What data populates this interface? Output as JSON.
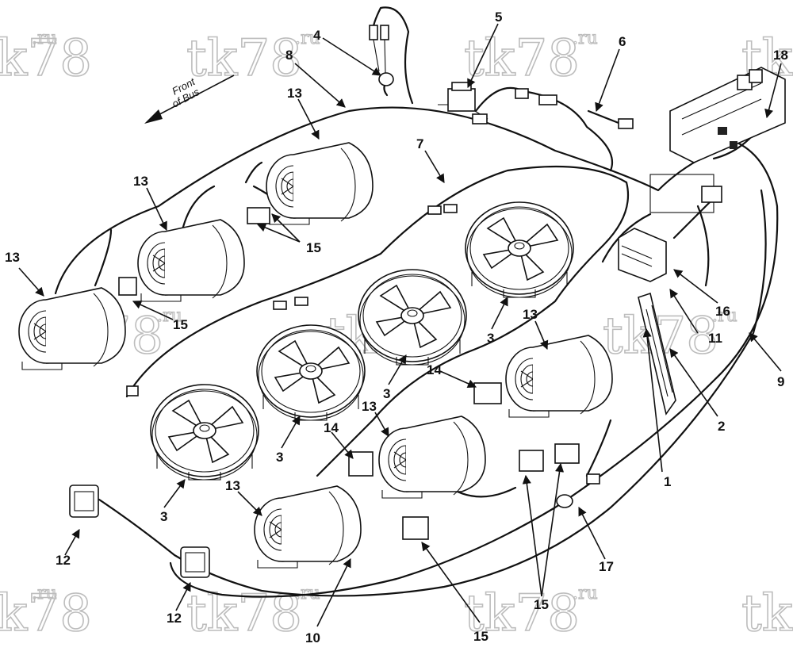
{
  "diagram": {
    "front_label_line1": "Front",
    "front_label_line2": "of Bus",
    "watermark_text": "tk78",
    "watermark_suffix": ".ru",
    "callouts": [
      {
        "id": "c1",
        "text": "1"
      },
      {
        "id": "c2",
        "text": "2"
      },
      {
        "id": "c3a",
        "text": "3"
      },
      {
        "id": "c3b",
        "text": "3"
      },
      {
        "id": "c3c",
        "text": "3"
      },
      {
        "id": "c3d",
        "text": "3"
      },
      {
        "id": "c4",
        "text": "4"
      },
      {
        "id": "c5",
        "text": "5"
      },
      {
        "id": "c6",
        "text": "6"
      },
      {
        "id": "c7",
        "text": "7"
      },
      {
        "id": "c8",
        "text": "8"
      },
      {
        "id": "c9",
        "text": "9"
      },
      {
        "id": "c10",
        "text": "10"
      },
      {
        "id": "c11",
        "text": "11"
      },
      {
        "id": "c12a",
        "text": "12"
      },
      {
        "id": "c12b",
        "text": "12"
      },
      {
        "id": "c13a",
        "text": "13"
      },
      {
        "id": "c13b",
        "text": "13"
      },
      {
        "id": "c13c",
        "text": "13"
      },
      {
        "id": "c13d",
        "text": "13"
      },
      {
        "id": "c13e",
        "text": "13"
      },
      {
        "id": "c13f",
        "text": "13"
      },
      {
        "id": "c14a",
        "text": "14"
      },
      {
        "id": "c14b",
        "text": "14"
      },
      {
        "id": "c15a",
        "text": "15"
      },
      {
        "id": "c15b",
        "text": "15"
      },
      {
        "id": "c15c",
        "text": "15"
      },
      {
        "id": "c15d",
        "text": "15"
      },
      {
        "id": "c16",
        "text": "16"
      },
      {
        "id": "c17",
        "text": "17"
      },
      {
        "id": "c18",
        "text": "18"
      }
    ]
  }
}
